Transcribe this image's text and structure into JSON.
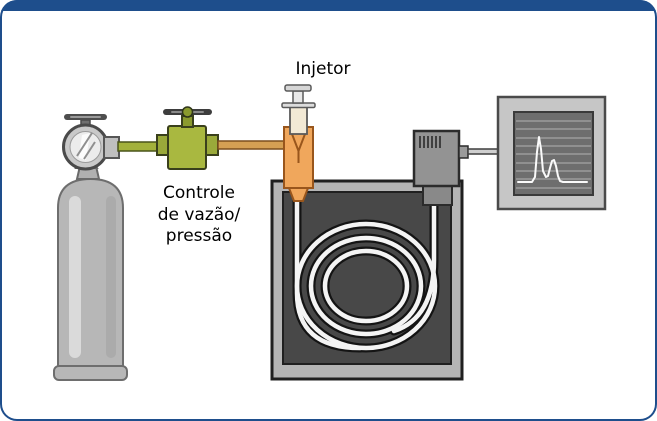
{
  "labels": {
    "injector": "Injetor",
    "flow_control": [
      "Controle",
      "de vazão/",
      "pressão"
    ]
  },
  "colors": {
    "frame_blue": "#1e4e8c",
    "valve_green_body": "#a9b840",
    "valve_green_flange": "#9aa93a",
    "valve_green_stem": "#8a9a2e",
    "tube_green": "#a3b13b",
    "tube_copper": "#d5a053",
    "injector_orange": "#f0a75c",
    "syringe_barrel": "#f2e9d5",
    "cylinder_gray": "#b7b7b7",
    "gauge_face": "#ececec",
    "oven_outer_gray": "#b5b5b5",
    "oven_inner_gray": "#484848",
    "column_white": "#f4f4f4",
    "detector_gray": "#939393",
    "monitor_gray": "#c6c6c6",
    "screen_gray": "#6e6e6e",
    "trace_white": "#fafafa",
    "label_black": "#000000"
  }
}
